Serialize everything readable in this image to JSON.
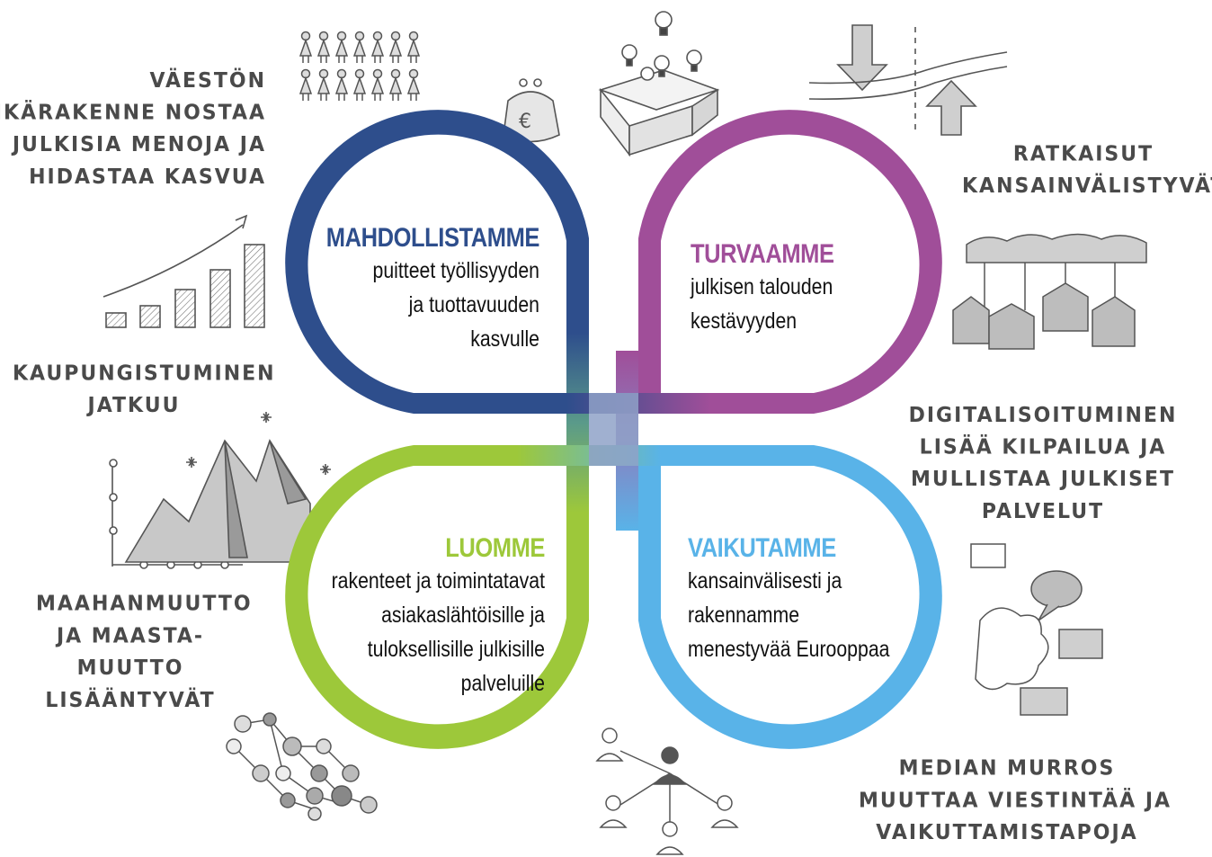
{
  "petals": {
    "top_left": {
      "title": "MAHDOLLISTAMME",
      "lines": [
        "puitteet työllisyyden",
        "ja tuottavuuden",
        "kasvulle"
      ],
      "color": "#2e4e8c"
    },
    "top_right": {
      "title": "TURVAAMME",
      "lines": [
        "julkisen talouden",
        "kestävyyden"
      ],
      "color": "#a04e99"
    },
    "bottom_left": {
      "title": "LUOMME",
      "lines": [
        "rakenteet ja toimintatavat",
        "asiakaslähtöisille ja",
        "tuloksellisille julkisille",
        "palveluille"
      ],
      "color": "#9dc83a"
    },
    "bottom_right": {
      "title": "VAIKUTAMME",
      "lines": [
        "kansainvälisesti ja",
        "rakennamme",
        "menestyvää Eurooppaa"
      ],
      "color": "#59b3e8"
    }
  },
  "notes": {
    "population": [
      "VÄESTÖN",
      "IKÄRAKENNE NOSTAA",
      "JULKISIA MENOJA JA",
      "HIDASTAA KASVUA"
    ],
    "urbanization": [
      "KAUPUNGISTUMINEN",
      "JATKUU"
    ],
    "migration": [
      "MAAHANMUUTTO",
      "JA MAASTA-",
      "MUUTTO",
      "LISÄÄNTYVÄT"
    ],
    "international": [
      "RATKAISUT",
      "KANSAINVÄLISTYVÄT"
    ],
    "digitalization": [
      "DIGITALISOITUMINEN",
      "LISÄÄ KILPAILUA JA",
      "MULLISTAA JULKISET",
      "PALVELUT"
    ],
    "media": [
      "MEDIAN MURROS",
      "MUUTTAA VIESTINTÄÄ JA",
      "VAIKUTTAMISTAPOJA"
    ]
  },
  "icons": {
    "euro_symbol": "€",
    "names": [
      "people-icon",
      "piggy-bank-icon",
      "lightbulb-box-icon",
      "arrows-chart-icon",
      "bar-chart-icon",
      "mountains-chart-icon",
      "network-icon",
      "houses-icon",
      "speech-bubbles-icon",
      "people-network-icon"
    ]
  }
}
